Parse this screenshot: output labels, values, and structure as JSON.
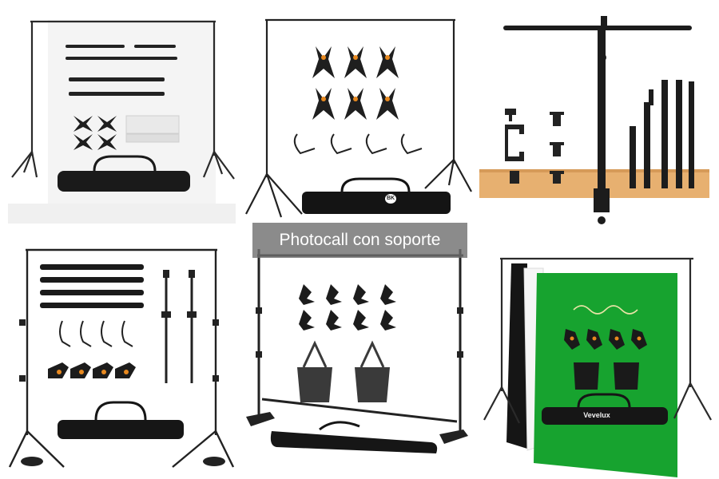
{
  "overlay": {
    "label": "Photocall con soporte"
  },
  "cells": [
    {
      "name": "white-backdrop-kit"
    },
    {
      "name": "stand-with-clamps-kit"
    },
    {
      "name": "desk-mount-crossbar-kit"
    },
    {
      "name": "adjustable-stand-kit"
    },
    {
      "name": "banner-stand-sandbag-kit"
    },
    {
      "name": "green-screen-kit"
    }
  ],
  "brands": {
    "bk": "BK",
    "vevelux": "Vevelux"
  },
  "colors": {
    "background": "#ffffff",
    "metal": "#1e1e1e",
    "clamp_orange": "#e8891f",
    "green_screen": "#17a32f",
    "wood": "#e7b070",
    "sandbag": "#3a3a3a",
    "overlay": "#6e6e6e"
  }
}
